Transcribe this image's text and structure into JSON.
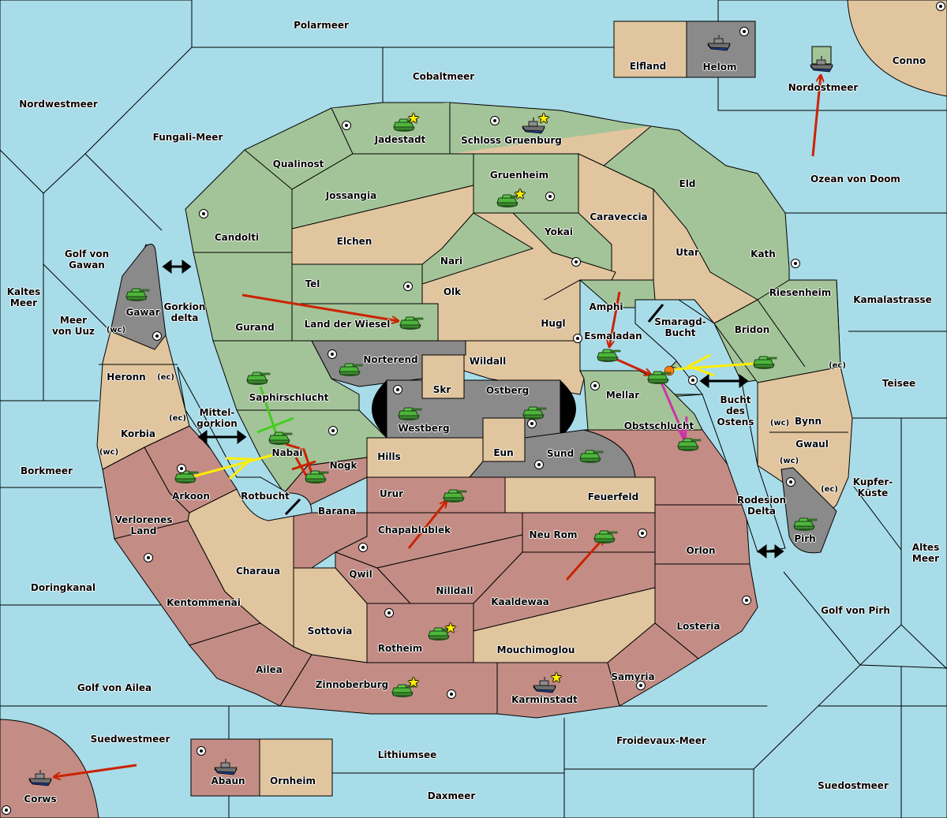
{
  "map": {
    "colors": {
      "sea": "#a8dce9",
      "green_power": "#a3c498",
      "neutral": "#e1c59e",
      "red_power": "#c38d85",
      "impassable": "#8a8a8a",
      "order_move": "#cc2200",
      "order_support_yellow": "#ffee00",
      "order_support_green": "#44cc22",
      "order_convoy_magenta": "#cc33aa"
    },
    "sea_labels": [
      {
        "id": "polarmeer",
        "text": "Polarmeer"
      },
      {
        "id": "cobaltmeer",
        "text": "Cobaltmeer"
      },
      {
        "id": "nordwestmeer",
        "text": "Nordwestmeer"
      },
      {
        "id": "fungali-meer",
        "text": "Fungali-Meer"
      },
      {
        "id": "nordostmeer",
        "text": "Nordostmeer"
      },
      {
        "id": "ozean-von-doom",
        "text": "Ozean von Doom"
      },
      {
        "id": "golf-von-gawan",
        "text": "Golf von\nGawan"
      },
      {
        "id": "kaltes-meer",
        "text": "Kaltes\nMeer"
      },
      {
        "id": "meer-von-uuz",
        "text": "Meer\nvon Uuz"
      },
      {
        "id": "gorkion-delta",
        "text": "Gorkion\ndelta"
      },
      {
        "id": "mittel-gorkion",
        "text": "Mittel-\ngorkion"
      },
      {
        "id": "rotbucht",
        "text": "Rotbucht"
      },
      {
        "id": "borkmeer",
        "text": "Borkmeer"
      },
      {
        "id": "doringkanal",
        "text": "Doringkanal"
      },
      {
        "id": "golf-von-ailea",
        "text": "Golf von Ailea"
      },
      {
        "id": "suedwestmeer",
        "text": "Suedwestmeer"
      },
      {
        "id": "lithiumsee",
        "text": "Lithiumsee"
      },
      {
        "id": "daxmeer",
        "text": "Daxmeer"
      },
      {
        "id": "froidevaux-meer",
        "text": "Froidevaux-Meer"
      },
      {
        "id": "suedostmeer",
        "text": "Suedostmeer"
      },
      {
        "id": "golf-von-pirh",
        "text": "Golf von Pirh"
      },
      {
        "id": "altes-meer",
        "text": "Altes\nMeer"
      },
      {
        "id": "kupfer-kueste",
        "text": "Kupfer-\nKüste"
      },
      {
        "id": "rodesion-delta",
        "text": "Rodesion\nDelta"
      },
      {
        "id": "teisee",
        "text": "Teisee"
      },
      {
        "id": "kamalastrasse",
        "text": "Kamalastrasse"
      },
      {
        "id": "smaragd-bucht",
        "text": "Smaragd-\nBucht"
      },
      {
        "id": "bucht-des-ostens",
        "text": "Bucht\ndes\nOstens"
      }
    ],
    "land_labels": [
      {
        "id": "elfland",
        "text": "Elfland"
      },
      {
        "id": "helom",
        "text": "Helom"
      },
      {
        "id": "conno",
        "text": "Conno"
      },
      {
        "id": "jadestadt",
        "text": "Jadestadt"
      },
      {
        "id": "schloss-gruenburg",
        "text": "Schloss Gruenburg"
      },
      {
        "id": "qualinost",
        "text": "Qualinost"
      },
      {
        "id": "jossangia",
        "text": "Jossangia"
      },
      {
        "id": "gruenheim",
        "text": "Gruenheim"
      },
      {
        "id": "caraveccia",
        "text": "Caraveccia"
      },
      {
        "id": "eld",
        "text": "Eld"
      },
      {
        "id": "candolti",
        "text": "Candolti"
      },
      {
        "id": "elchen",
        "text": "Elchen"
      },
      {
        "id": "yokai",
        "text": "Yokai"
      },
      {
        "id": "nari",
        "text": "Nari"
      },
      {
        "id": "utar",
        "text": "Utar"
      },
      {
        "id": "kath",
        "text": "Kath"
      },
      {
        "id": "tel",
        "text": "Tel"
      },
      {
        "id": "olk",
        "text": "Olk"
      },
      {
        "id": "amphi",
        "text": "Amphi"
      },
      {
        "id": "riesenheim",
        "text": "Riesenheim"
      },
      {
        "id": "gawar",
        "text": "Gawar"
      },
      {
        "id": "gurand",
        "text": "Gurand"
      },
      {
        "id": "land-der-wiesel",
        "text": "Land der Wiesel"
      },
      {
        "id": "hugl",
        "text": "Hugl"
      },
      {
        "id": "esmaladan",
        "text": "Esmaladan"
      },
      {
        "id": "bridon",
        "text": "Bridon"
      },
      {
        "id": "heronn",
        "text": "Heronn"
      },
      {
        "id": "norterend",
        "text": "Norterend"
      },
      {
        "id": "wildall",
        "text": "Wildall"
      },
      {
        "id": "skr",
        "text": "Skr"
      },
      {
        "id": "ostberg",
        "text": "Ostberg"
      },
      {
        "id": "westberg",
        "text": "Westberg"
      },
      {
        "id": "mellar",
        "text": "Mellar"
      },
      {
        "id": "saphirschlucht",
        "text": "Saphirschlucht"
      },
      {
        "id": "korbia",
        "text": "Korbia"
      },
      {
        "id": "nabai",
        "text": "Nabai"
      },
      {
        "id": "hills",
        "text": "Hills"
      },
      {
        "id": "eun",
        "text": "Eun"
      },
      {
        "id": "sund",
        "text": "Sund"
      },
      {
        "id": "obstschlucht",
        "text": "Obstschlucht"
      },
      {
        "id": "bynn",
        "text": "Bynn"
      },
      {
        "id": "gwaul",
        "text": "Gwaul"
      },
      {
        "id": "arkoon",
        "text": "Arkoon"
      },
      {
        "id": "nogk",
        "text": "Nogk"
      },
      {
        "id": "urur",
        "text": "Urur"
      },
      {
        "id": "feuerfeld",
        "text": "Feuerfeld"
      },
      {
        "id": "barana",
        "text": "Barana"
      },
      {
        "id": "chapablublek",
        "text": "Chapablublek"
      },
      {
        "id": "verlorenes-land",
        "text": "Verlorenes\nLand"
      },
      {
        "id": "neu-rom",
        "text": "Neu Rom"
      },
      {
        "id": "pirh",
        "text": "Pirh"
      },
      {
        "id": "orlon",
        "text": "Orlon"
      },
      {
        "id": "charaua",
        "text": "Charaua"
      },
      {
        "id": "qwil",
        "text": "Qwil"
      },
      {
        "id": "nilldall",
        "text": "Nilldall"
      },
      {
        "id": "kaaldewaa",
        "text": "Kaaldewaa"
      },
      {
        "id": "kentommenai",
        "text": "Kentommenai"
      },
      {
        "id": "sottovia",
        "text": "Sottovia"
      },
      {
        "id": "losteria",
        "text": "Losteria"
      },
      {
        "id": "rotheim",
        "text": "Rotheim"
      },
      {
        "id": "mouchimoglou",
        "text": "Mouchimoglou"
      },
      {
        "id": "ailea",
        "text": "Ailea"
      },
      {
        "id": "samyria",
        "text": "Samyria"
      },
      {
        "id": "zinnoberburg",
        "text": "Zinnoberburg"
      },
      {
        "id": "karminstadt",
        "text": "Karminstadt"
      },
      {
        "id": "abaun",
        "text": "Abaun"
      },
      {
        "id": "ornheim",
        "text": "Ornheim"
      },
      {
        "id": "corws",
        "text": "Corws"
      }
    ],
    "coast_labels": [
      {
        "id": "gawar-wc",
        "text": "(wc)"
      },
      {
        "id": "heronn-ec",
        "text": "(ec)"
      },
      {
        "id": "korbia-ec",
        "text": "(ec)"
      },
      {
        "id": "korbia-wc",
        "text": "(wc)"
      },
      {
        "id": "bynn-ec",
        "text": "(ec)"
      },
      {
        "id": "bynn-wc",
        "text": "(wc)"
      },
      {
        "id": "gwaul-wc",
        "text": "(wc)"
      },
      {
        "id": "gwaul-ec",
        "text": "(ec)"
      }
    ],
    "units": [
      {
        "type": "army",
        "province": "Jadestadt",
        "home": true
      },
      {
        "type": "fleet",
        "province": "Schloss Gruenburg",
        "home": true
      },
      {
        "type": "army",
        "province": "Gruenheim",
        "home": true
      },
      {
        "type": "fleet",
        "province": "Helom",
        "home": false
      },
      {
        "type": "fleet",
        "province": "Nordostmeer",
        "home": false
      },
      {
        "type": "army",
        "province": "Gawar",
        "home": false
      },
      {
        "type": "army",
        "province": "Land der Wiesel",
        "home": false
      },
      {
        "type": "army",
        "province": "Norterend",
        "home": false
      },
      {
        "type": "army",
        "province": "Westberg",
        "home": false
      },
      {
        "type": "army",
        "province": "Ostberg",
        "home": false
      },
      {
        "type": "army",
        "province": "Esmaladan",
        "home": false
      },
      {
        "type": "army",
        "province": "Mellar",
        "home": false
      },
      {
        "type": "army",
        "province": "Bridon",
        "home": false
      },
      {
        "type": "army",
        "province": "Saphirschlucht",
        "home": false
      },
      {
        "type": "army",
        "province": "Nabai",
        "home": false
      },
      {
        "type": "army",
        "province": "Nogk",
        "home": false
      },
      {
        "type": "army",
        "province": "Arkoon",
        "home": false
      },
      {
        "type": "army",
        "province": "Sund",
        "home": false
      },
      {
        "type": "army",
        "province": "Obstschlucht",
        "home": false
      },
      {
        "type": "army",
        "province": "Urur",
        "home": false
      },
      {
        "type": "army",
        "province": "Neu Rom",
        "home": false
      },
      {
        "type": "army",
        "province": "Pirh",
        "home": false
      },
      {
        "type": "army",
        "province": "Rotheim",
        "home": true
      },
      {
        "type": "army",
        "province": "Zinnoberburg",
        "home": true
      },
      {
        "type": "fleet",
        "province": "Karminstadt",
        "home": true
      },
      {
        "type": "fleet",
        "province": "Abaun",
        "home": false
      },
      {
        "type": "fleet",
        "province": "Corws",
        "home": false
      }
    ],
    "orders": [
      {
        "kind": "move",
        "from": "Ozean von Doom",
        "to": "Nordostmeer",
        "color": "red"
      },
      {
        "kind": "move",
        "from": "Gurand",
        "to": "Land der Wiesel",
        "color": "red"
      },
      {
        "kind": "move",
        "from": "Amphi",
        "to": "Esmaladan",
        "color": "red"
      },
      {
        "kind": "move",
        "from": "Esmaladan",
        "to": "Mellar",
        "color": "red"
      },
      {
        "kind": "support",
        "from": "Bridon",
        "to": "Mellar",
        "color": "yellow",
        "dislodged_marker": true
      },
      {
        "kind": "move",
        "from": "Mellar",
        "to": "Obstschlucht",
        "color": "magenta"
      },
      {
        "kind": "support",
        "from": "Saphirschlucht",
        "to": "Nabai",
        "color": "green",
        "cut": true
      },
      {
        "kind": "support",
        "from": "Arkoon",
        "to": "Nabai",
        "color": "yellow"
      },
      {
        "kind": "move",
        "from": "Nogk",
        "to": "Nabai",
        "color": "red",
        "failed": true
      },
      {
        "kind": "move",
        "from": "Chapablublek",
        "to": "Urur",
        "color": "red"
      },
      {
        "kind": "move",
        "from": "Kaaldewaa",
        "to": "Neu Rom",
        "color": "red"
      },
      {
        "kind": "move",
        "from": "Suedwestmeer",
        "to": "Corws",
        "color": "red"
      }
    ]
  }
}
